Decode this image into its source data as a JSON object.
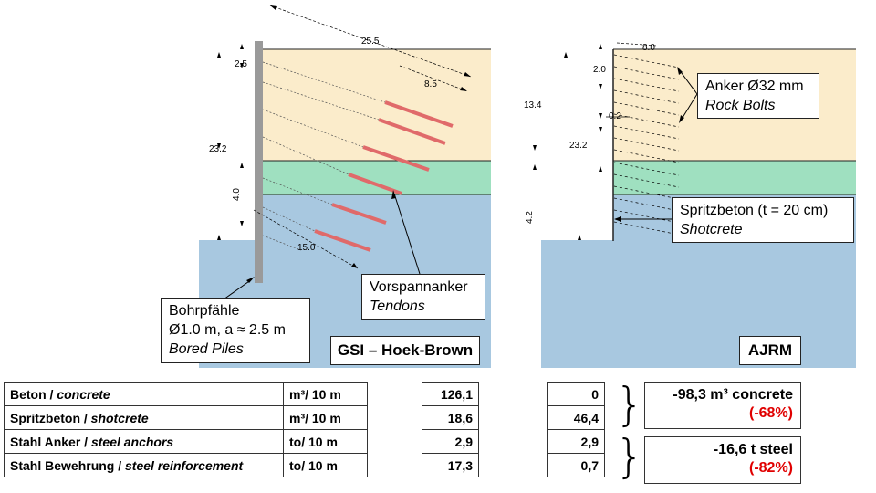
{
  "left_section": {
    "tag": "GSI – Hoek-Brown",
    "dims": {
      "d1": "25.5",
      "d2": "8.5",
      "d3": "2.5",
      "d4": "23.2",
      "d5": "4.0",
      "d6": "15.0"
    },
    "callout_piles": {
      "line1": "Bohrpfähle",
      "line2": "Ø1.0 m, a ≈ 2.5 m",
      "line3": "Bored Piles"
    },
    "callout_tendons": {
      "line1": "Vorspannanker",
      "line2": "Tendons"
    }
  },
  "right_section": {
    "tag": "AJRM",
    "dims": {
      "d1": "8.0",
      "d2": "2.0",
      "d3": "13.4",
      "d4": "0.2",
      "d5": "23.2",
      "d6": "4.2"
    },
    "callout_bolts": {
      "line1": "Anker Ø32 mm",
      "line2": "Rock Bolts"
    },
    "callout_shotcrete": {
      "line1": "Spritzbeton (t = 20 cm)",
      "line2": "Shotcrete"
    }
  },
  "materials": [
    {
      "name_de": "Beton /",
      "name_en": "concrete",
      "unit": "m³/ 10 m",
      "gsi": "126,1",
      "ajrm": "0"
    },
    {
      "name_de": "Spritzbeton /",
      "name_en": "shotcrete",
      "unit": "m³/ 10 m",
      "gsi": "18,6",
      "ajrm": "46,4"
    },
    {
      "name_de": "Stahl Anker /",
      "name_en": "steel anchors",
      "unit": "to/ 10 m",
      "gsi": "2,9",
      "ajrm": "2,9"
    },
    {
      "name_de": "Stahl Bewehrung /",
      "name_en": "steel reinforcement",
      "unit": "to/ 10 m",
      "gsi": "17,3",
      "ajrm": "0,7"
    }
  ],
  "summary_concrete": {
    "line1": "-98,3 m³ concrete",
    "line2": "(-68%)"
  },
  "summary_steel": {
    "line1": "-16,6 t steel",
    "line2": "(-82%)"
  },
  "colors": {
    "upper_layer": "#fbeccb",
    "middle_layer": "#9fe0c0",
    "lower_layer": "#a8c8e0",
    "pile": "#9a9a9a",
    "tendon": "#e06a6a",
    "highlight": "#e00000"
  }
}
